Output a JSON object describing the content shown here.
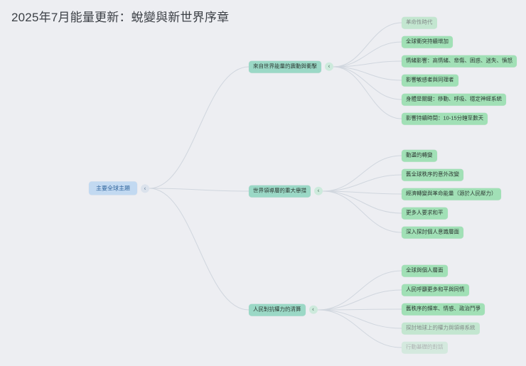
{
  "title": "2025年7月能量更新：蛻變與新世界序章",
  "ui": {
    "toggle_glyph": "‹"
  },
  "colors": {
    "background": "#edeef2",
    "root_node": "#c2d9f1",
    "root_text": "#33679e",
    "branch_node": "#9bd8c6",
    "leaf_node": "#a1e0b6",
    "edge": "#d0d6de"
  },
  "root": {
    "label": "主要全球主題"
  },
  "branches": [
    {
      "label": "來自世界能量的震動與衝擊",
      "children": [
        {
          "label": "革命性時代",
          "muted": true
        },
        {
          "label": "全球衝突持續增加"
        },
        {
          "label": "情緒影響：高情緒、悲傷、困惑、迷失、憤怒"
        },
        {
          "label": "影響敏感者與同理者"
        },
        {
          "label": "身體是關鍵：移動、呼吸、穩定神經系統"
        },
        {
          "label": "影響持續時間：10-15分鐘至數天"
        }
      ]
    },
    {
      "label": "世界領導層的重大舉措",
      "children": [
        {
          "label": "動盪的轉變"
        },
        {
          "label": "舊全球秩序的意外改變"
        },
        {
          "label": "經濟轉變與革命能量（源於人民壓力）"
        },
        {
          "label": "更多人要求和平"
        },
        {
          "label": "深入探討個人意識層面"
        }
      ]
    },
    {
      "label": "人民對抗權力的清算",
      "children": [
        {
          "label": "全球與個人層面"
        },
        {
          "label": "人民呼籲更多和平與同情"
        },
        {
          "label": "舊秩序的頻率、情感、政治鬥爭"
        },
        {
          "label": "探討地球上的權力與領導系統",
          "muted": true
        },
        {
          "label": "行動基礎的對話",
          "muted2": true
        }
      ]
    }
  ]
}
